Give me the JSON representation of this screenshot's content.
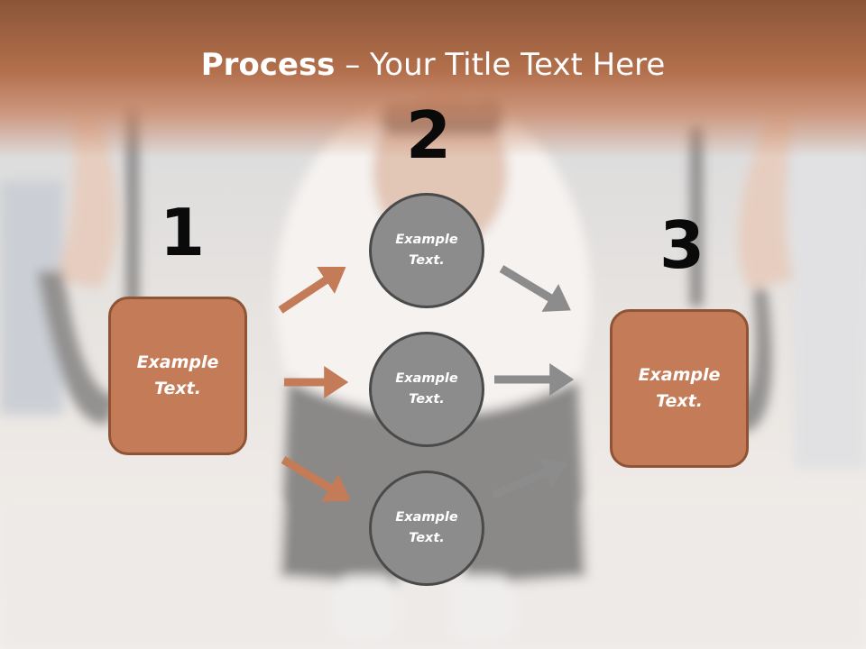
{
  "title": {
    "bold": "Process",
    "rest": " – Your Title Text Here"
  },
  "steps": {
    "one": "1",
    "two": "2",
    "three": "3"
  },
  "left_box": {
    "line1": "Example",
    "line2": "Text."
  },
  "right_box": {
    "line1": "Example",
    "line2": "Text."
  },
  "circles": [
    {
      "line1": "Example",
      "line2": "Text."
    },
    {
      "line1": "Example",
      "line2": "Text."
    },
    {
      "line1": "Example",
      "line2": "Text."
    }
  ],
  "colors": {
    "accent": "#c47c58",
    "accent_border": "#8f5436",
    "circle_fill": "#8c8c8c",
    "circle_border": "#4a4a4a",
    "arrow_in": "#c47c58",
    "arrow_out": "#8c8c8c"
  }
}
